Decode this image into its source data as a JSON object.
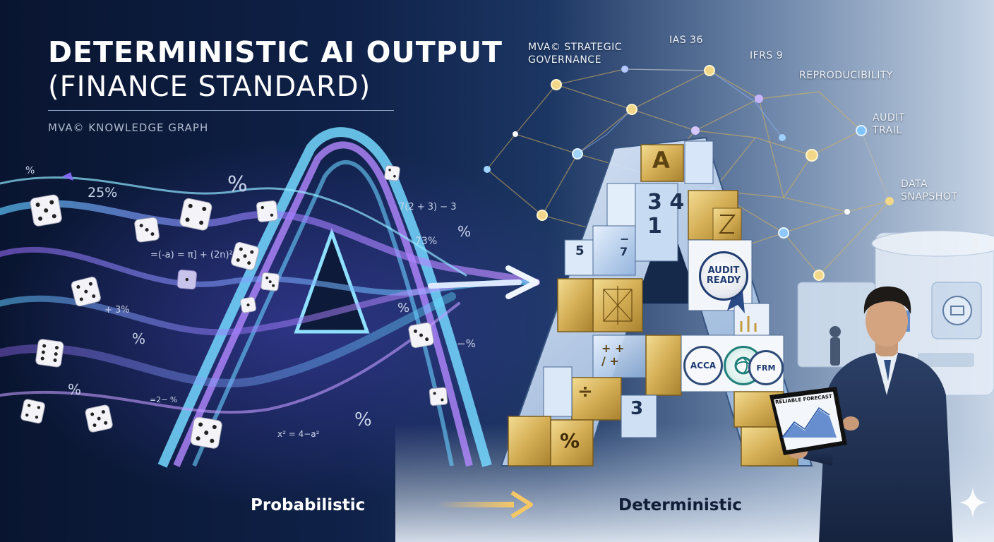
{
  "title": {
    "line1": "DETERMINISTIC AI OUTPUT",
    "line2": "(FINANCE STANDARD)",
    "subtitle": "MVA© KNOWLEDGE GRAPH"
  },
  "graph_labels": {
    "governance_1": "MVA© STRATEGIC",
    "governance_2": "GOVERNANCE",
    "ias36": "IAS 36",
    "ifrs9": "IFRS 9",
    "reproducibility": "REPRODUCIBILITY",
    "audit_1": "AUDIT",
    "audit_2": "TRAIL",
    "data_1": "DATA",
    "data_2": "SNAPSHOT"
  },
  "left_floating": {
    "pct_small": "%",
    "pct_25": "25%",
    "pct_big": "%",
    "formula_1": "=(-a) = π] + (2n)²",
    "formula_2": "7(2 + 3) − 3",
    "pct_73": "73%",
    "pct_r1": "%",
    "pct_plus3": "+ 3%",
    "pct_l2": "%",
    "pct_mid": "%",
    "pct_minus": "−%",
    "pct_l3": "%",
    "formula_3": "=2− %",
    "pct_bottom": "%",
    "formula_4": "x² = 4−a²"
  },
  "tiles": {
    "letter_a": "A",
    "nums": "3 4\n1",
    "audit_1": "AUDIT",
    "audit_2": "READY",
    "acca": "ACCA",
    "frm": "FRM",
    "pct": "%",
    "three": "3",
    "plus": "+ +\n/ +",
    "div": "÷",
    "frac": "−\n7",
    "five": "5"
  },
  "tablet": {
    "title": "RELIABLE FORECAST"
  },
  "bottom": {
    "left": "Probabilistic",
    "right": "Deterministic"
  },
  "colors": {
    "accent_cyan": "#6fd3ff",
    "accent_violet": "#b28cff",
    "gold": "#d8b45a",
    "navy": "#0f1d36"
  }
}
